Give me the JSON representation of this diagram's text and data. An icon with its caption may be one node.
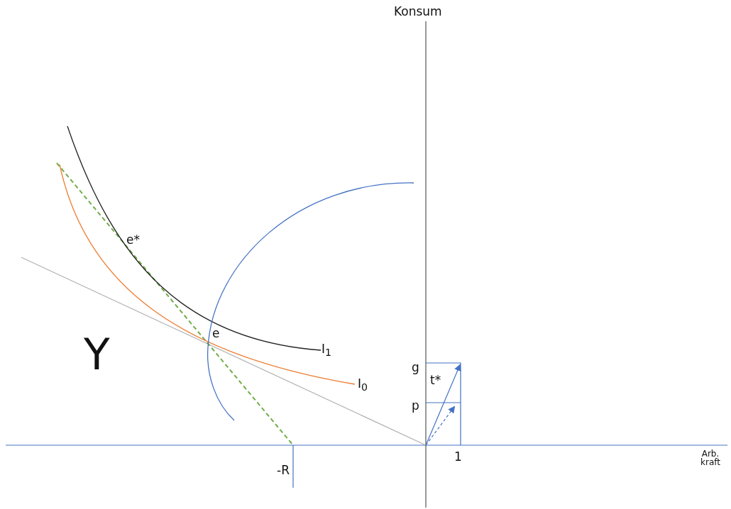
{
  "diagram": {
    "labels": [
      "Konsum",
      "e*",
      "Y",
      "e",
      "I$_{1}$",
      "g",
      "t*",
      "I$_{0}$",
      "p",
      "-R",
      "1",
      "Arb. kraft"
    ]
  }
}
